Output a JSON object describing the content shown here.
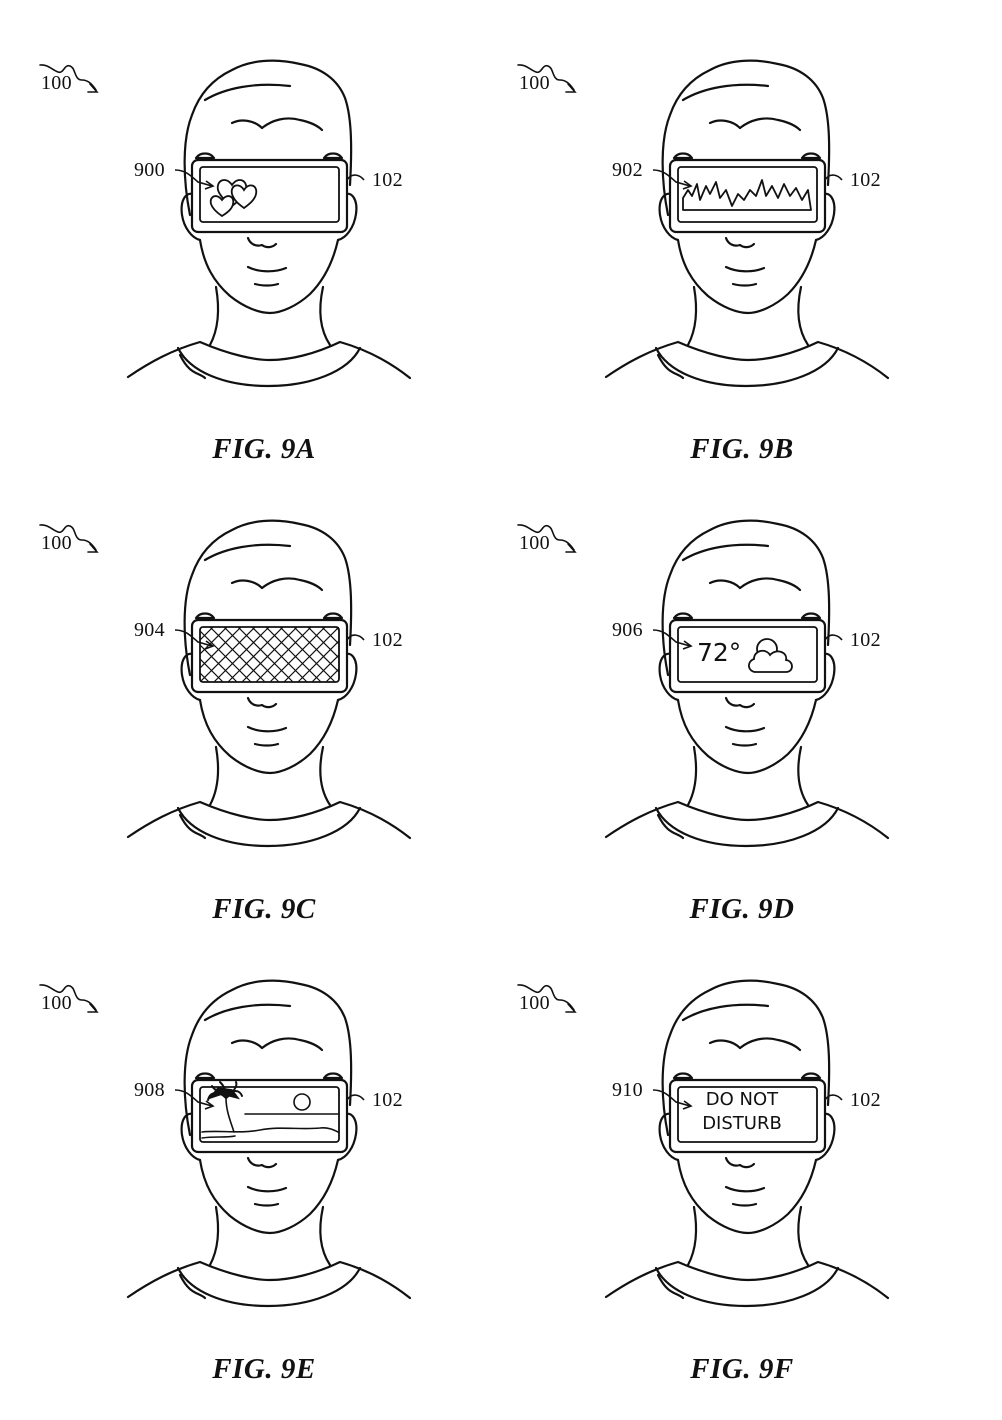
{
  "panels": [
    {
      "id": "9A",
      "system_ref": "100",
      "content_ref": "900",
      "device_ref": "102",
      "caption": "FIG. 9A",
      "content": "hearts"
    },
    {
      "id": "9B",
      "system_ref": "100",
      "content_ref": "902",
      "device_ref": "102",
      "caption": "FIG. 9B",
      "content": "waveform"
    },
    {
      "id": "9C",
      "system_ref": "100",
      "content_ref": "904",
      "device_ref": "102",
      "caption": "FIG. 9C",
      "content": "crosshatch"
    },
    {
      "id": "9D",
      "system_ref": "100",
      "content_ref": "906",
      "device_ref": "102",
      "caption": "FIG. 9D",
      "content": "weather",
      "temperature": "72°"
    },
    {
      "id": "9E",
      "system_ref": "100",
      "content_ref": "908",
      "device_ref": "102",
      "caption": "FIG. 9E",
      "content": "beach-scene"
    },
    {
      "id": "9F",
      "system_ref": "100",
      "content_ref": "910",
      "device_ref": "102",
      "caption": "FIG. 9F",
      "content": "text",
      "text_line1": "DO NOT",
      "text_line2": "DISTURB"
    }
  ],
  "colors": {
    "line": "#111111",
    "background": "#ffffff"
  }
}
